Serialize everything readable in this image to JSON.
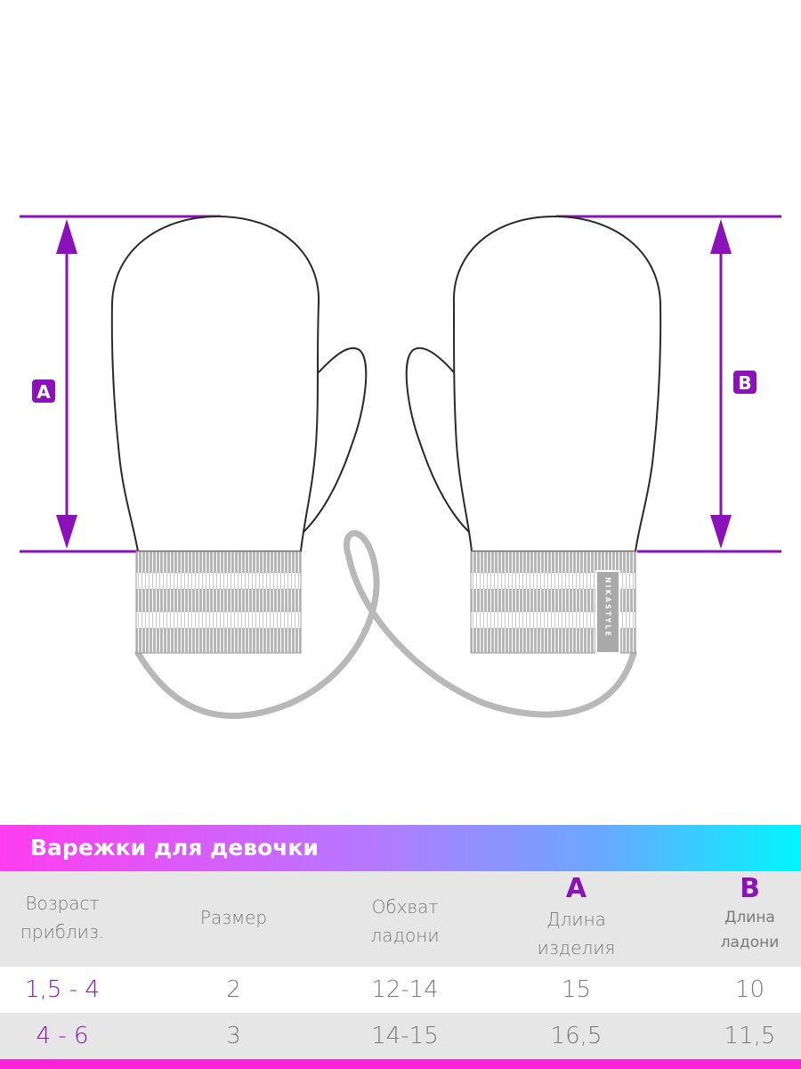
{
  "illustration": {
    "marker_a": "A",
    "marker_b": "B",
    "brand_tag": "NIKASTYLE",
    "colors": {
      "measure": "#8b11b8",
      "outline": "#2a2a2a",
      "cuff": "#b3b3b3",
      "cord": "#b8b8b8"
    }
  },
  "table": {
    "title": "Варежки для девочки",
    "headers": {
      "age": [
        "Возраст",
        "приблиз."
      ],
      "size": "Размер",
      "palm_girth": [
        "Обхват",
        "ладони"
      ],
      "length": {
        "letter": "A",
        "lines": [
          "Длина",
          "изделия"
        ]
      },
      "palm_length": {
        "letter": "B",
        "lines": [
          "Длина",
          "ладони"
        ]
      }
    },
    "rows": [
      {
        "age": "1,5 - 4",
        "size": "2",
        "palm_girth": "12-14",
        "length": "15",
        "palm_length": "10"
      },
      {
        "age": "4 - 6",
        "size": "3",
        "palm_girth": "14-15",
        "length": "16,5",
        "palm_length": "11,5"
      }
    ],
    "colors": {
      "banner_start": "#ff3df0",
      "banner_end": "#00f6ff",
      "accent": "#8b11b8",
      "bottom_strip": "#ff22d8"
    }
  }
}
